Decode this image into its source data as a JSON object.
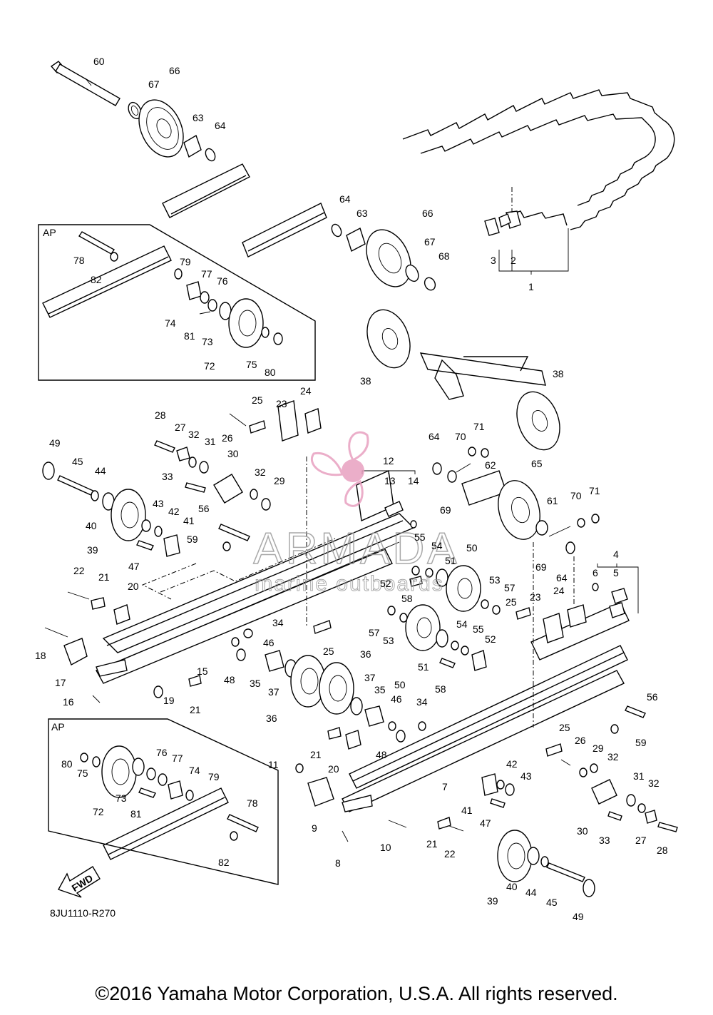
{
  "callouts": {
    "p1": "1",
    "p2": "2",
    "p3": "3",
    "p4": "4",
    "p5": "5",
    "p6": "6",
    "p7": "7",
    "p8": "8",
    "p9": "9",
    "p10": "10",
    "p11": "11",
    "p12": "12",
    "p13": "13",
    "p14": "14",
    "p15": "15",
    "p16": "16",
    "p17": "17",
    "p18": "18",
    "p19": "19",
    "p20": "20",
    "p21": "21",
    "p22": "22",
    "p23": "23",
    "p24": "24",
    "p25": "25",
    "p26": "26",
    "p27": "27",
    "p28": "28",
    "p29": "29",
    "p30": "30",
    "p31": "31",
    "p32": "32",
    "p33": "33",
    "p34": "34",
    "p35": "35",
    "p36": "36",
    "p37": "37",
    "p38": "38",
    "p39": "39",
    "p40": "40",
    "p41": "41",
    "p42": "42",
    "p43": "43",
    "p44": "44",
    "p45": "45",
    "p46": "46",
    "p47": "47",
    "p48": "48",
    "p49": "49",
    "p50": "50",
    "p51": "51",
    "p52": "52",
    "p53": "53",
    "p54": "54",
    "p55": "55",
    "p56": "56",
    "p57": "57",
    "p58": "58",
    "p59": "59",
    "p60": "60",
    "p61": "61",
    "p62": "62",
    "p63": "63",
    "p64": "64",
    "p65": "65",
    "p66": "66",
    "p67": "67",
    "p68": "68",
    "p69": "69",
    "p70": "70",
    "p71": "71",
    "p72": "72",
    "p73": "73",
    "p74": "74",
    "p75": "75",
    "p76": "76",
    "p77": "77",
    "p78": "78",
    "p79": "79",
    "p80": "80",
    "p81": "81",
    "p82": "82"
  },
  "insets": {
    "top_label": "AP",
    "bottom_label": "AP"
  },
  "fwd_label": "FWD",
  "watermark": {
    "brand": "ARMADA",
    "tagline": "marine outboards"
  },
  "drawing_code": "8JU1110-R270",
  "copyright": "©2016 Yamaha Motor Corporation, U.S.A. All rights reserved.",
  "colors": {
    "ink": "#000000",
    "watermark_pink": "#e8a0c0",
    "watermark_gray": "#9a9a9a"
  }
}
